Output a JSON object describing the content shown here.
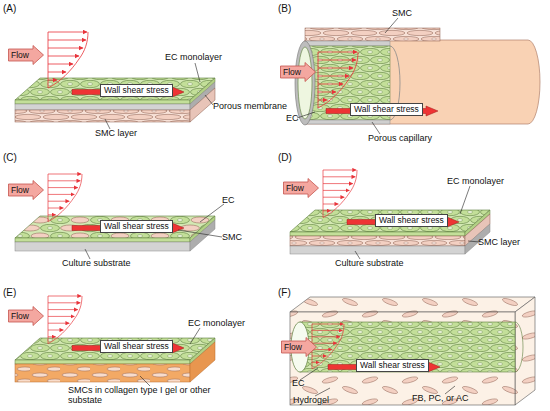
{
  "diagram": {
    "nodes": [
      {
        "text": [
          "Flow"
        ]
      },
      {
        "text": [
          "Wall shear stress"
        ]
      },
      {
        "text": [
          "Flow"
        ]
      },
      {
        "text": [
          "Wall shear stress"
        ]
      },
      {
        "text": [
          "Flow"
        ]
      },
      {
        "text": [
          "Wall shear stress"
        ]
      },
      {
        "text": [
          "Flow"
        ]
      },
      {
        "text": [
          "Wall shear stress"
        ]
      },
      {
        "text": [
          "Flow"
        ]
      },
      {
        "text": [
          "Wall shear stress"
        ]
      },
      {
        "text": [
          "Flow"
        ]
      },
      {
        "text": [
          "Wall shear stress"
        ]
      }
    ],
    "labels": [
      "(A)",
      "EC monolayer",
      "Porous membrane",
      "SMC layer",
      "(B)",
      "SMC",
      "EC",
      "Porous capillary",
      "(C)",
      "EC",
      "SMC",
      "Culture substrate",
      "(D)",
      "EC monolayer",
      "SMC layer",
      "Culture substrate",
      "(E)",
      "EC monolayer",
      "SMCs in collagen type I gel or other substate",
      "(F)",
      "EC",
      "Hydrogel",
      "FB, PC, or AC"
    ]
  }
}
